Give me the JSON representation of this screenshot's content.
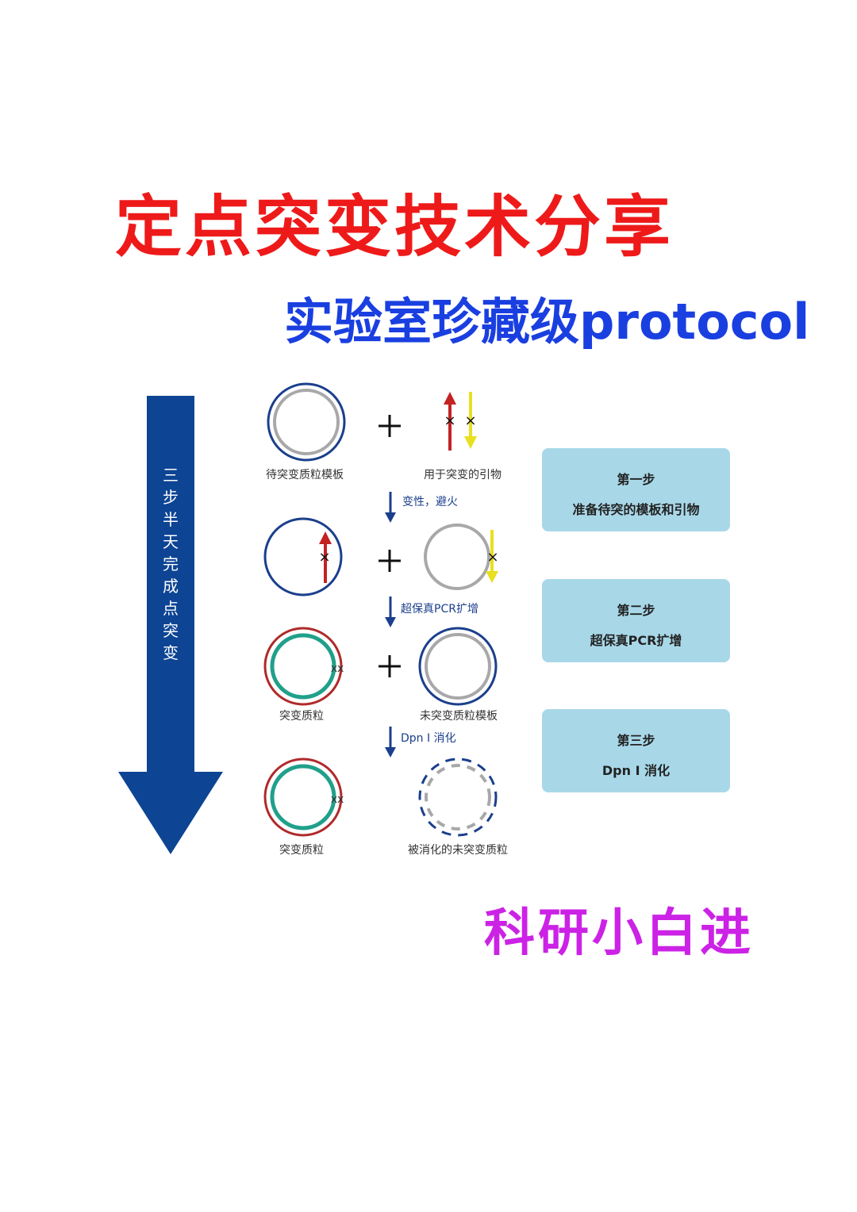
{
  "title": "定点突变技术分享",
  "subtitle": "实验室珍藏级protocol",
  "footer": "科研小白进",
  "arrow_label": [
    "三",
    "步",
    "半",
    "天",
    "完",
    "成",
    "点",
    "突",
    "变"
  ],
  "diagram": {
    "row1": {
      "left_label": "待突变质粒模板",
      "right_label": "用于突变的引物"
    },
    "transition1": "变性，避火",
    "transition2": "超保真PCR扩增",
    "row3": {
      "left_label": "突变质粒",
      "right_label": "未突变质粒模板"
    },
    "transition3": "Dpn I 消化",
    "row4": {
      "left_label": "突变质粒",
      "right_label": "被消化的未突变质粒"
    },
    "mutation_mark": "xx",
    "plus_symbol": "+"
  },
  "steps": [
    {
      "heading": "第一步",
      "text": "准备待突的模板和引物"
    },
    {
      "heading": "第二步",
      "text": "超保真PCR扩增"
    },
    {
      "heading": "第三步",
      "text": "Dpn I 消化"
    }
  ],
  "colors": {
    "title": "#ee1a1a",
    "subtitle": "#1a3fe0",
    "footer": "#cc22e6",
    "arrow": "#0d4494",
    "step_box": "#a8d8e8",
    "strand_blue": "#1b3f8c",
    "strand_gray": "#a8a8a8",
    "strand_red": "#b02a2a",
    "strand_green": "#20a08a",
    "primer_red": "#c42222",
    "primer_yellow": "#e8e020"
  }
}
